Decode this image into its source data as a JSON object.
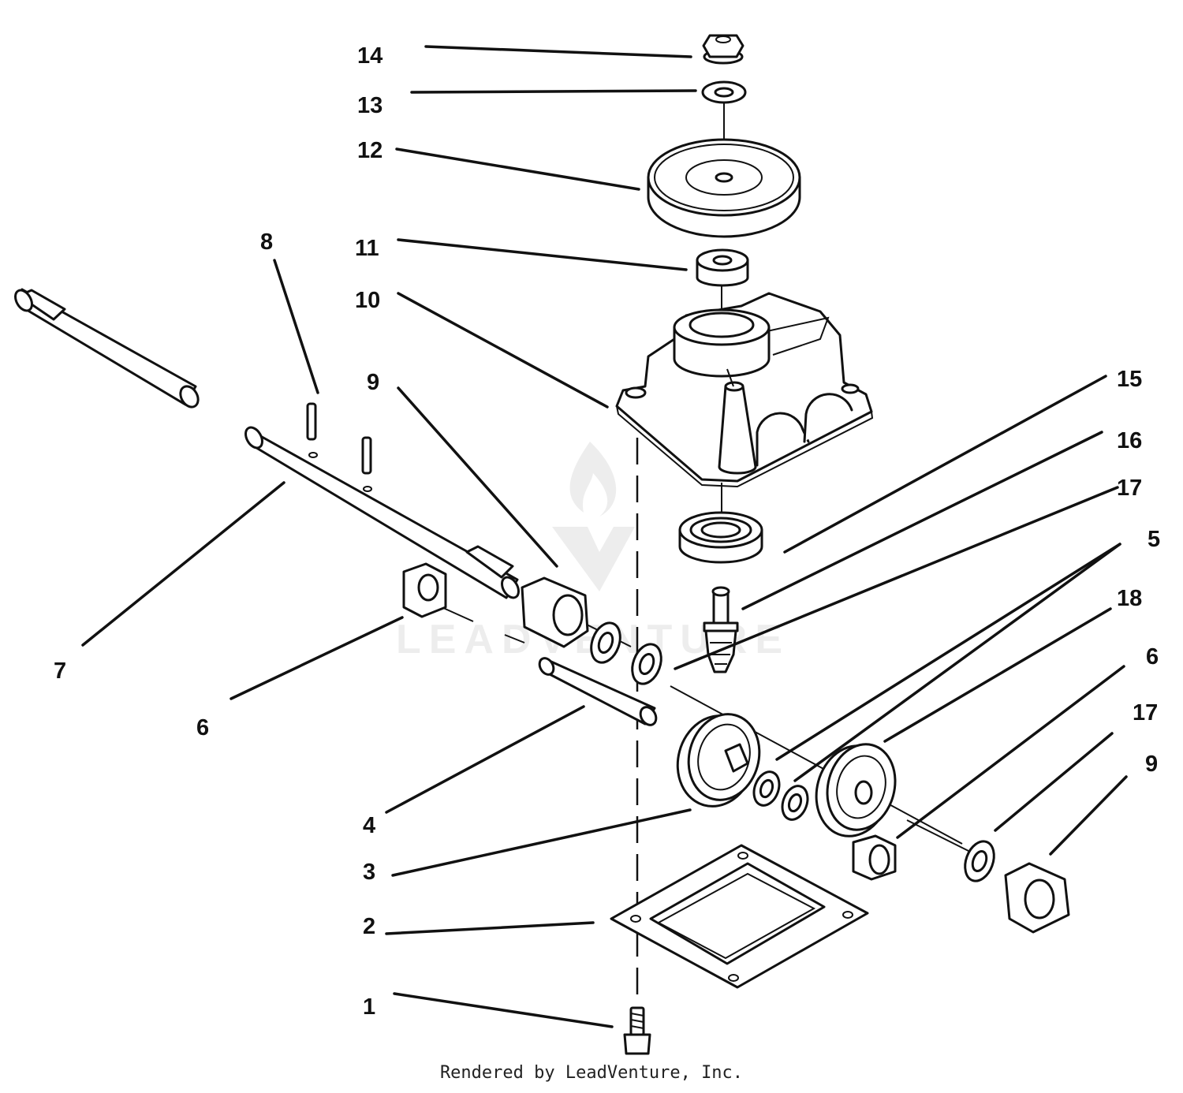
{
  "watermark": {
    "brand": "LEADVENTURE",
    "color": "#000000"
  },
  "footer": {
    "credit": "Rendered by LeadVenture, Inc."
  },
  "callouts": [
    {
      "id": "c14",
      "label": "14"
    },
    {
      "id": "c13",
      "label": "13"
    },
    {
      "id": "c12",
      "label": "12"
    },
    {
      "id": "c8",
      "label": "8"
    },
    {
      "id": "c11",
      "label": "11"
    },
    {
      "id": "c10",
      "label": "10"
    },
    {
      "id": "c9a",
      "label": "9"
    },
    {
      "id": "c15",
      "label": "15"
    },
    {
      "id": "c16",
      "label": "16"
    },
    {
      "id": "c17a",
      "label": "17"
    },
    {
      "id": "c5",
      "label": "5"
    },
    {
      "id": "c18",
      "label": "18"
    },
    {
      "id": "c7",
      "label": "7"
    },
    {
      "id": "c6a",
      "label": "6"
    },
    {
      "id": "c6b",
      "label": "6"
    },
    {
      "id": "c17b",
      "label": "17"
    },
    {
      "id": "c9b",
      "label": "9"
    },
    {
      "id": "c4",
      "label": "4"
    },
    {
      "id": "c3",
      "label": "3"
    },
    {
      "id": "c2",
      "label": "2"
    },
    {
      "id": "c1",
      "label": "1"
    }
  ]
}
